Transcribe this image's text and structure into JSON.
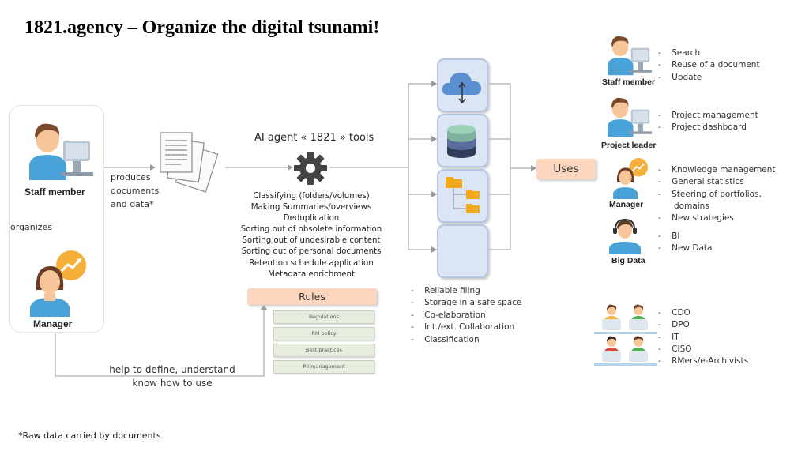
{
  "title": "1821.agency – Organize the digital tsunami!",
  "actors": {
    "staff_member": "Staff member",
    "manager": "Manager",
    "organizes": "organizes"
  },
  "produces": [
    "produces",
    "documents",
    "and data*"
  ],
  "tools": {
    "title": "AI agent « 1821 » tools",
    "items": [
      "Classifying (folders/volumes)",
      "Making Summaries/overviews",
      "Deduplication",
      "Sorting out of obsolete information",
      "Sorting out of undesirable content",
      "Sorting out of personal documents",
      "Retention schedule application",
      "Metadata enrichment"
    ]
  },
  "rules": {
    "title": "Rules",
    "items": [
      "Regulations",
      "RM policy",
      "Best practices",
      "PII management"
    ]
  },
  "help_text": [
    "help to define, understand",
    "know how to use"
  ],
  "storage_benefits": [
    "Reliable filing",
    "Storage in a safe space",
    "Co-elaboration",
    "Int./ext. Collaboration",
    "Classification"
  ],
  "uses": "Uses",
  "user_groups": [
    {
      "label": "Staff member",
      "items": [
        "Search",
        "Reuse of a document",
        "Update"
      ]
    },
    {
      "label": "Project leader",
      "items": [
        "Project management",
        "Project dashboard"
      ]
    },
    {
      "label": "Manager",
      "items": [
        "Knowledge management",
        "General statistics",
        "Steering of  portfolios, domains",
        "New strategies"
      ]
    },
    {
      "label": "Big Data",
      "items": [
        "BI",
        "New Data"
      ]
    }
  ],
  "roles": [
    "CDO",
    "DPO",
    "IT",
    "CISO",
    "RMers/e-Archivists"
  ],
  "footnote": "*Raw data carried by documents",
  "colors": {
    "accent_orange": "#fbd5bd",
    "store_fill": "#dce5f3",
    "rule_fill": "#e8eedf",
    "icon_blue": "#4aa3d8",
    "skin": "#f6c59a"
  },
  "icons": [
    "cloud-sync-icon",
    "database-icon",
    "folder-tree-icon",
    "gear-icon",
    "documents-icon",
    "chart-up-icon"
  ]
}
